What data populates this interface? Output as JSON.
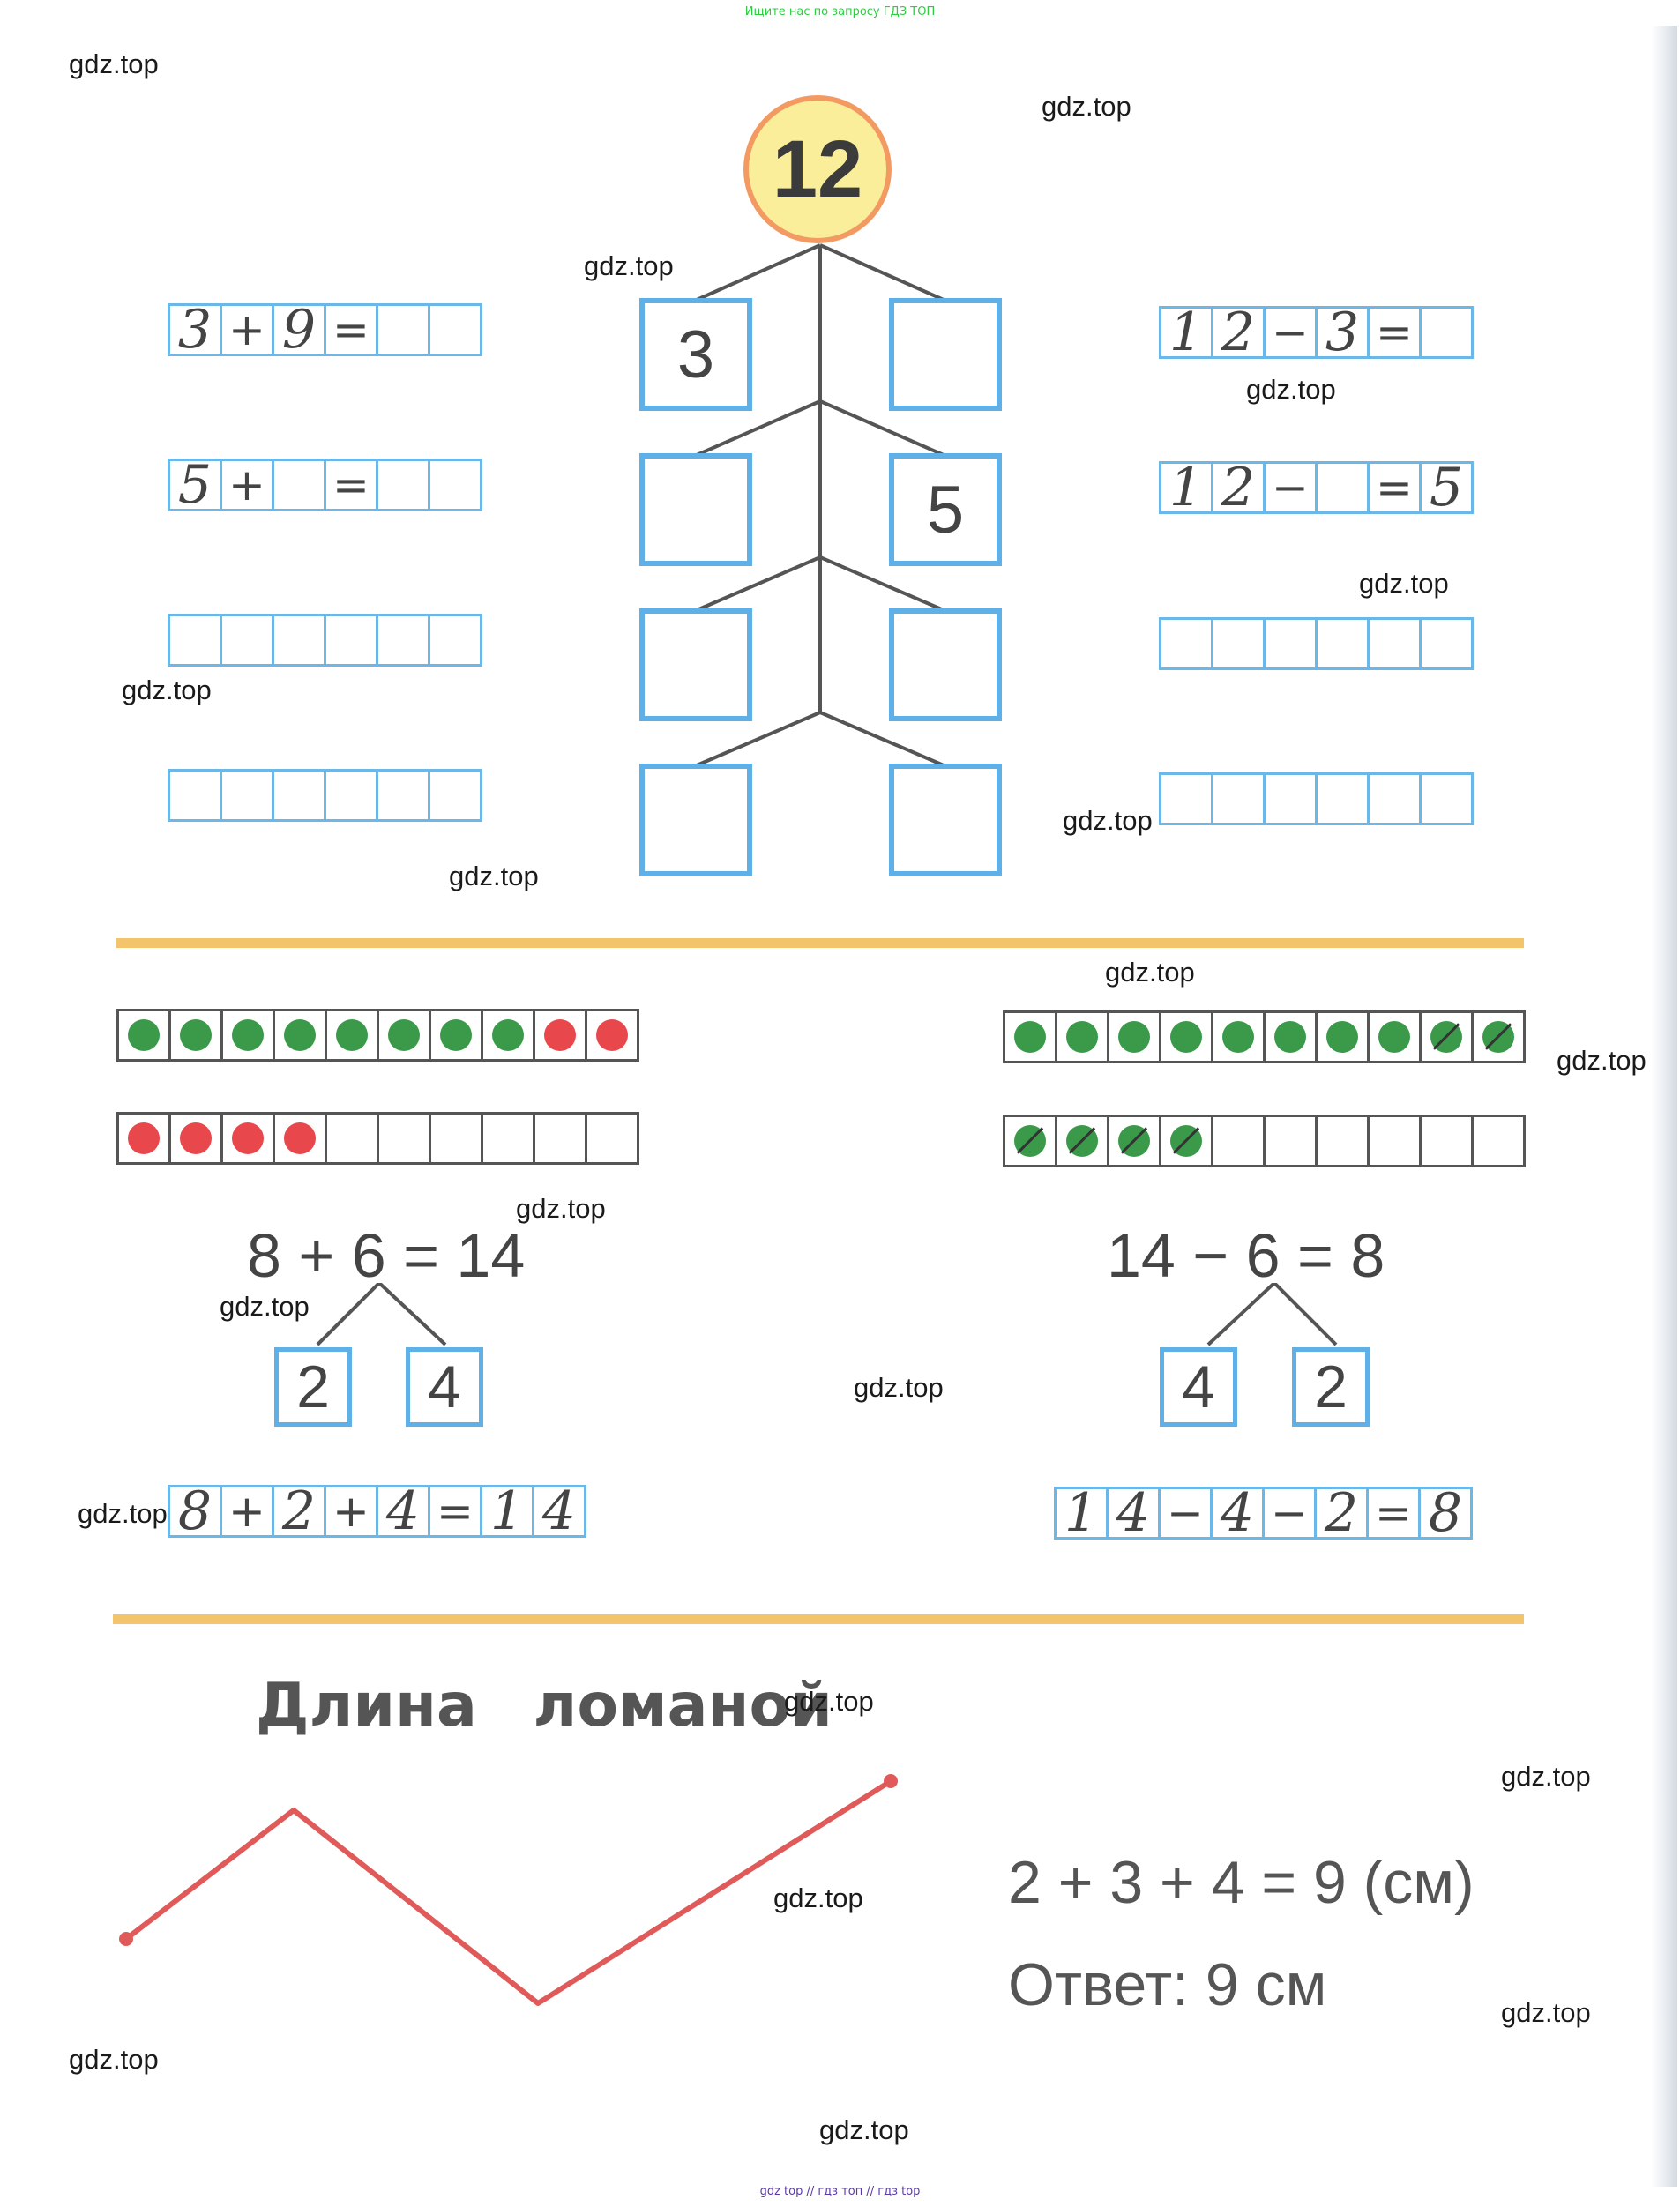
{
  "banner_top": "Ищите нас по запросу ГДЗ ТОП",
  "banner_bottom": "gdz top  //  гдз топ  //  гдз top",
  "watermark": "gdz.top",
  "tree": {
    "root": "12",
    "rows": [
      {
        "left": "3",
        "right": ""
      },
      {
        "left": "",
        "right": "5"
      },
      {
        "left": "",
        "right": ""
      },
      {
        "left": "",
        "right": ""
      }
    ]
  },
  "left_equations": [
    [
      "3",
      "+",
      "9",
      "=",
      "",
      ""
    ],
    [
      "5",
      "+",
      "",
      "=",
      "",
      ""
    ],
    [
      "",
      "",
      "",
      "",
      "",
      ""
    ],
    [
      "",
      "",
      "",
      "",
      "",
      ""
    ]
  ],
  "right_equations": [
    [
      "1",
      "2",
      "−",
      "3",
      "=",
      ""
    ],
    [
      "1",
      "2",
      "−",
      "",
      "=",
      "5"
    ],
    [
      "",
      "",
      "",
      "",
      "",
      ""
    ],
    [
      "",
      "",
      "",
      "",
      "",
      ""
    ]
  ],
  "addition": {
    "row1": [
      "green",
      "green",
      "green",
      "green",
      "green",
      "green",
      "green",
      "green",
      "red",
      "red"
    ],
    "row2": [
      "red",
      "red",
      "red",
      "red",
      "",
      "",
      "",
      "",
      "",
      ""
    ],
    "equation": "8 + 6 = 14",
    "split": [
      "2",
      "4"
    ],
    "chain": [
      "8",
      "+",
      "2",
      "+",
      "4",
      "=",
      "1",
      "4"
    ]
  },
  "subtraction": {
    "row1": [
      "green",
      "green",
      "green",
      "green",
      "green",
      "green",
      "green",
      "green",
      "crossed",
      "crossed"
    ],
    "row2": [
      "crossed",
      "crossed",
      "crossed",
      "crossed",
      "",
      "",
      "",
      "",
      "",
      ""
    ],
    "equation": "14 − 6 = 8",
    "split": [
      "4",
      "2"
    ],
    "chain": [
      "1",
      "4",
      "−",
      "4",
      "−",
      "2",
      "=",
      "8"
    ]
  },
  "polyline_section": {
    "title": "Длина  ломаной",
    "sum": "2 + 3 + 4 = 9  (см)",
    "answer": "Ответ:  9  см"
  },
  "colors": {
    "cell_border": "#6ab7e8",
    "divider": "#f3c46b",
    "polyline": "#e05a5a",
    "circle_fill": "#fbee9a",
    "circle_border": "#f39a63"
  }
}
